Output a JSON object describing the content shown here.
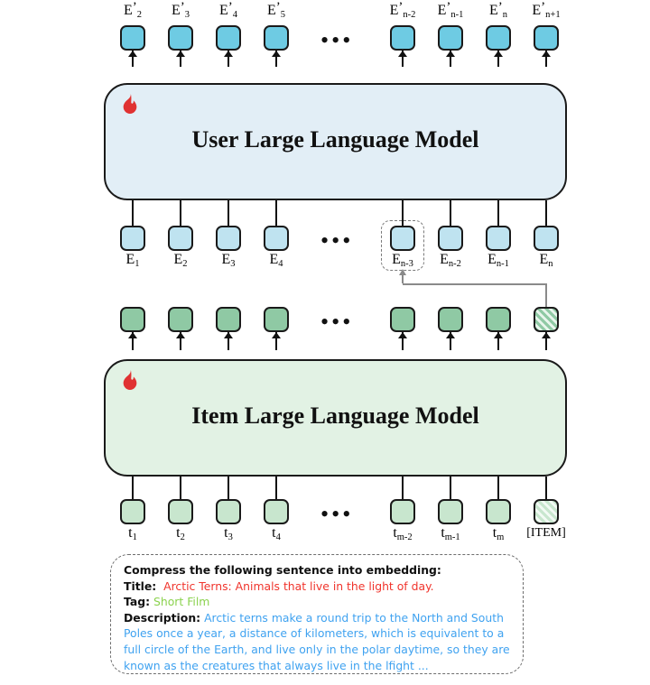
{
  "diagram": {
    "title": "User / Item Large Language Model embedding compression architecture",
    "colors": {
      "output_embedding": "#6ECBE3",
      "input_embedding": "#BFE3F0",
      "item_embedding": "#8FC9A4",
      "item_token": "#C8E6CE",
      "user_model_bg": "#E2EEF6",
      "item_model_bg": "#E2F2E4",
      "flame": "#E03232",
      "connector": "#8A8A8A",
      "title_text": "#F0342C",
      "tag_text": "#8BD24E",
      "description_text": "#3FA2F0"
    }
  },
  "output_row": {
    "name": "user-llm-output-embeddings",
    "labels": [
      {
        "base": "E",
        "prime": true,
        "sub": "2"
      },
      {
        "base": "E",
        "prime": true,
        "sub": "3"
      },
      {
        "base": "E",
        "prime": true,
        "sub": "4"
      },
      {
        "base": "E",
        "prime": true,
        "sub": "5"
      },
      {
        "base": "E",
        "prime": true,
        "sub": "n-2"
      },
      {
        "base": "E",
        "prime": true,
        "sub": "n-1"
      },
      {
        "base": "E",
        "prime": true,
        "sub": "n"
      },
      {
        "base": "E",
        "prime": true,
        "sub": "n+1"
      }
    ],
    "ellipsis": "•••"
  },
  "user_model": {
    "title": "User Large Language Model",
    "icon": "flame-icon",
    "trainable": true
  },
  "input_row": {
    "name": "user-llm-input-embeddings",
    "labels": [
      {
        "base": "E",
        "prime": false,
        "sub": "1"
      },
      {
        "base": "E",
        "prime": false,
        "sub": "2"
      },
      {
        "base": "E",
        "prime": false,
        "sub": "3"
      },
      {
        "base": "E",
        "prime": false,
        "sub": "4"
      },
      {
        "base": "E",
        "prime": false,
        "sub": "n-3"
      },
      {
        "base": "E",
        "prime": false,
        "sub": "n-2"
      },
      {
        "base": "E",
        "prime": false,
        "sub": "n-1"
      },
      {
        "base": "E",
        "prime": false,
        "sub": "n"
      }
    ],
    "highlighted_index": 4,
    "ellipsis": "•••"
  },
  "item_output_row": {
    "name": "item-llm-output-embeddings",
    "count": 8,
    "hatched_index": 7,
    "ellipsis": "•••"
  },
  "item_model": {
    "title": "Item Large Language Model",
    "icon": "flame-icon",
    "trainable": true
  },
  "item_token_row": {
    "name": "item-llm-input-tokens",
    "labels": [
      {
        "base": "t",
        "sub": "1"
      },
      {
        "base": "t",
        "sub": "2"
      },
      {
        "base": "t",
        "sub": "3"
      },
      {
        "base": "t",
        "sub": "4"
      },
      {
        "base": "t",
        "sub": "m-2"
      },
      {
        "base": "t",
        "sub": "m-1"
      },
      {
        "base": "t",
        "sub": "m"
      }
    ],
    "special_token": "[ITEM]",
    "hatched_index": 7,
    "ellipsis": "•••"
  },
  "prompt": {
    "instruction": "Compress the following sentence into embedding:",
    "title_key": "Title:",
    "title_value": "Arctic Terns: Animals that live in the light of day.",
    "tag_key": "Tag:",
    "tag_value": "Short Film",
    "description_key": "Description:",
    "description_value": "Arctic terns make a round trip to the North and South Poles once a year, a distance of kilometers, which is equivalent to a full circle of the Earth, and live only in the polar daytime, so they are known as the creatures that always live in the lfight ..."
  }
}
